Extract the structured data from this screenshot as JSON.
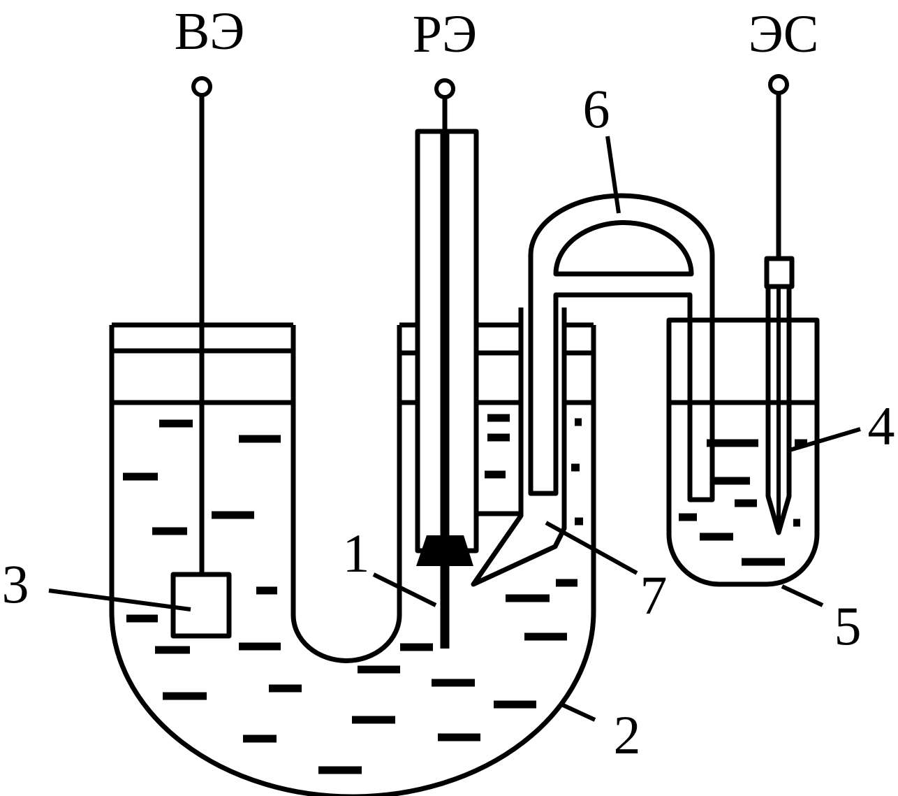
{
  "electrodes": {
    "auxiliary": "ВЭ",
    "working": "РЭ",
    "reference": "ЭС"
  },
  "numbers": {
    "n1": "1",
    "n2": "2",
    "n3": "3",
    "n4": "4",
    "n5": "5",
    "n6": "6",
    "n7": "7"
  }
}
